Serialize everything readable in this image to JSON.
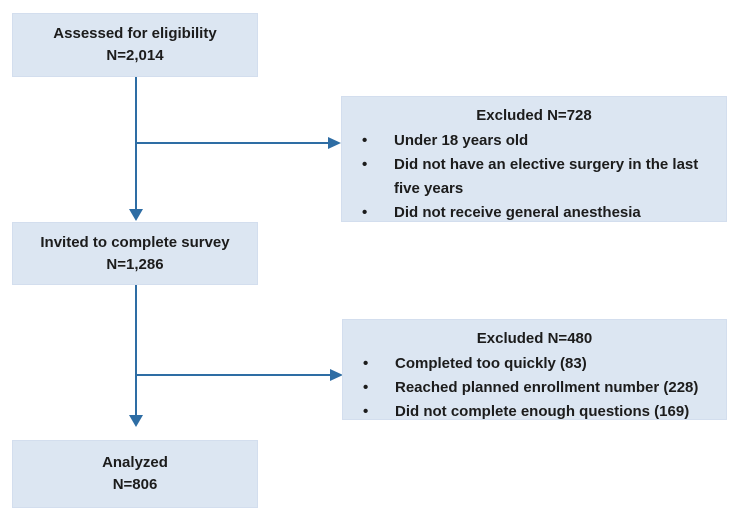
{
  "flow": {
    "bullet_char": "•",
    "assessed": {
      "line1": "Assessed for eligibility",
      "line2": "N=2,014"
    },
    "excluded1": {
      "title": "Excluded N=728",
      "bullets": [
        "Under 18 years old",
        "Did not have an elective surgery in the last five years",
        "Did not receive general anesthesia"
      ]
    },
    "invited": {
      "line1": "Invited to complete survey",
      "line2": "N=1,286"
    },
    "excluded2": {
      "title": "Excluded N=480",
      "bullets": [
        "Completed too quickly (83)",
        "Reached planned enrollment number (228)",
        "Did not complete enough questions (169)"
      ]
    },
    "analyzed": {
      "line1": "Analyzed",
      "line2": "N=806"
    },
    "colors": {
      "box_fill": "#dce6f2",
      "arrow": "#2e6da4",
      "text": "#1c1c1c"
    }
  }
}
